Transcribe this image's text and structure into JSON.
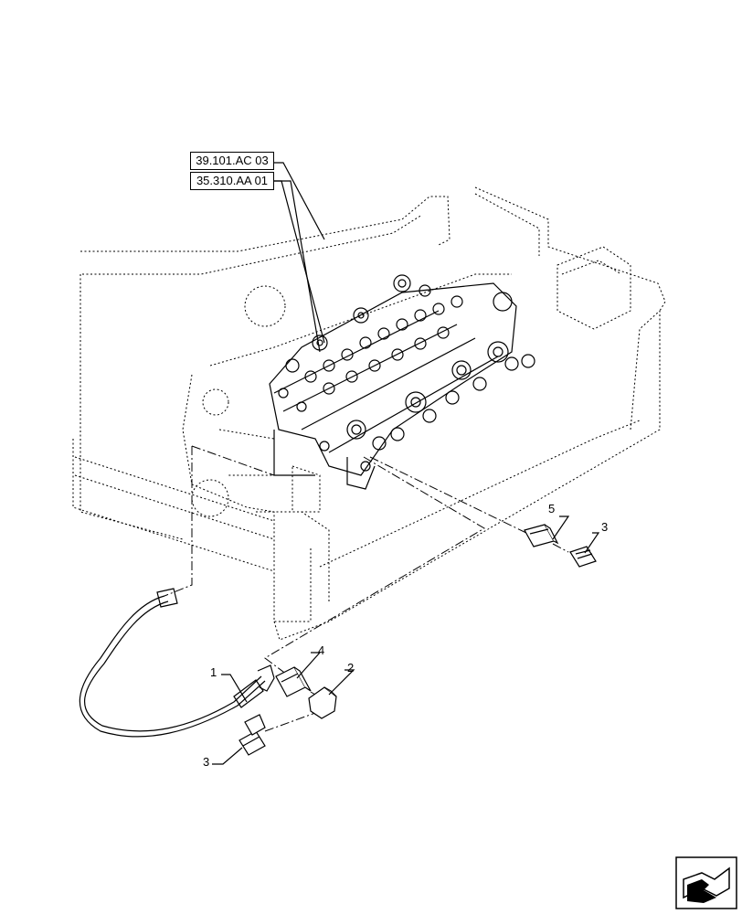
{
  "references": [
    "39.101.AC 03",
    "35.310.AA 01"
  ],
  "callouts": {
    "c1": "1",
    "c2": "2",
    "c3a": "3",
    "c3b": "3",
    "c4": "4",
    "c5": "5"
  },
  "nav_icon": "next-page-arrow-icon"
}
